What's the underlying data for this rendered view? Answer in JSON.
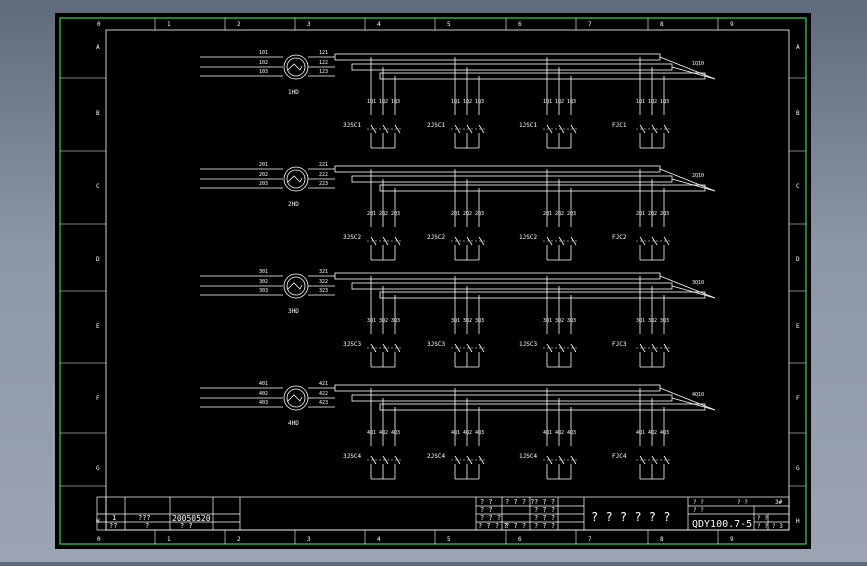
{
  "frame": {
    "column_numbers": [
      "0",
      "1",
      "2",
      "3",
      "4",
      "5",
      "6",
      "7",
      "8",
      "9"
    ],
    "row_letters": [
      "A",
      "B",
      "C",
      "D",
      "E",
      "F",
      "G",
      "H"
    ]
  },
  "colors": {
    "background": "#000000",
    "frame_green": "#39d353",
    "line_white": "#ffffff",
    "desktop_top": "#5f6b7c",
    "desktop_bottom": "#9aa4b3"
  },
  "circuits": [
    {
      "lamp": "1HD",
      "inputs": [
        "101",
        "102",
        "103"
      ],
      "outputs": [
        "121",
        "122",
        "123"
      ],
      "end_label": "1Q10",
      "groups": [
        {
          "relay": "3JSC1",
          "terminals": [
            "1Q1",
            "1Q2",
            "1Q3"
          ]
        },
        {
          "relay": "2JSC1",
          "terminals": [
            "1Q1",
            "1Q2",
            "1Q3"
          ]
        },
        {
          "relay": "1JSC1",
          "terminals": [
            "1Q1",
            "1Q2",
            "1Q3"
          ]
        },
        {
          "relay": "FJC1",
          "terminals": [
            "1Q1",
            "1Q2",
            "1Q3"
          ]
        }
      ]
    },
    {
      "lamp": "2HD",
      "inputs": [
        "201",
        "202",
        "203"
      ],
      "outputs": [
        "221",
        "222",
        "223"
      ],
      "end_label": "2Q10",
      "groups": [
        {
          "relay": "3JSC2",
          "terminals": [
            "2Q1",
            "2Q2",
            "2Q3"
          ]
        },
        {
          "relay": "2JSC2",
          "terminals": [
            "2Q1",
            "2Q2",
            "2Q3"
          ]
        },
        {
          "relay": "1JSC2",
          "terminals": [
            "2Q1",
            "2Q2",
            "2Q3"
          ]
        },
        {
          "relay": "FJC2",
          "terminals": [
            "2Q1",
            "2Q2",
            "2Q3"
          ]
        }
      ]
    },
    {
      "lamp": "3HD",
      "inputs": [
        "301",
        "302",
        "303"
      ],
      "outputs": [
        "321",
        "322",
        "323"
      ],
      "end_label": "3Q10",
      "groups": [
        {
          "relay": "3JSC3",
          "terminals": [
            "3Q1",
            "3Q2",
            "3Q3"
          ]
        },
        {
          "relay": "3JSC3",
          "terminals": [
            "3Q1",
            "3Q2",
            "3Q3"
          ]
        },
        {
          "relay": "1JSC3",
          "terminals": [
            "3Q1",
            "3Q2",
            "3Q3"
          ]
        },
        {
          "relay": "FJC3",
          "terminals": [
            "3Q1",
            "3Q2",
            "3Q3"
          ]
        }
      ]
    },
    {
      "lamp": "4HD",
      "inputs": [
        "401",
        "402",
        "403"
      ],
      "outputs": [
        "421",
        "422",
        "423"
      ],
      "end_label": "4Q10",
      "groups": [
        {
          "relay": "3JSC4",
          "terminals": [
            "4Q1",
            "4Q2",
            "4Q3"
          ]
        },
        {
          "relay": "2JSC4",
          "terminals": [
            "4Q1",
            "4Q2",
            "4Q3"
          ]
        },
        {
          "relay": "1JSC4",
          "terminals": [
            "4Q1",
            "4Q2",
            "4Q3"
          ]
        },
        {
          "relay": "FJC4",
          "terminals": [
            "4Q1",
            "4Q2",
            "4Q3"
          ]
        }
      ]
    }
  ],
  "title_block": {
    "rev_mark": "1",
    "rev_name": "???",
    "rev_date": "20050520",
    "rev_row2_a": "??",
    "rev_row2_b": "?",
    "rev_row2_c": "? ?",
    "sign_cells": [
      "? ?",
      "? ?  ? ?",
      "? ? ?",
      "? ?",
      "? ? ?",
      "? ? ?",
      "? ? ?",
      "? ? ? ?",
      "? ? ?",
      "? ? ?"
    ],
    "drawing_name": "? ? ? ? ? ?",
    "drawing_number": "QDY100.7-5",
    "right_small": [
      "? ?",
      "? ?",
      "3#",
      "? ?",
      "? ?"
    ],
    "sheet_info": [
      "? ?",
      "? 3"
    ]
  }
}
